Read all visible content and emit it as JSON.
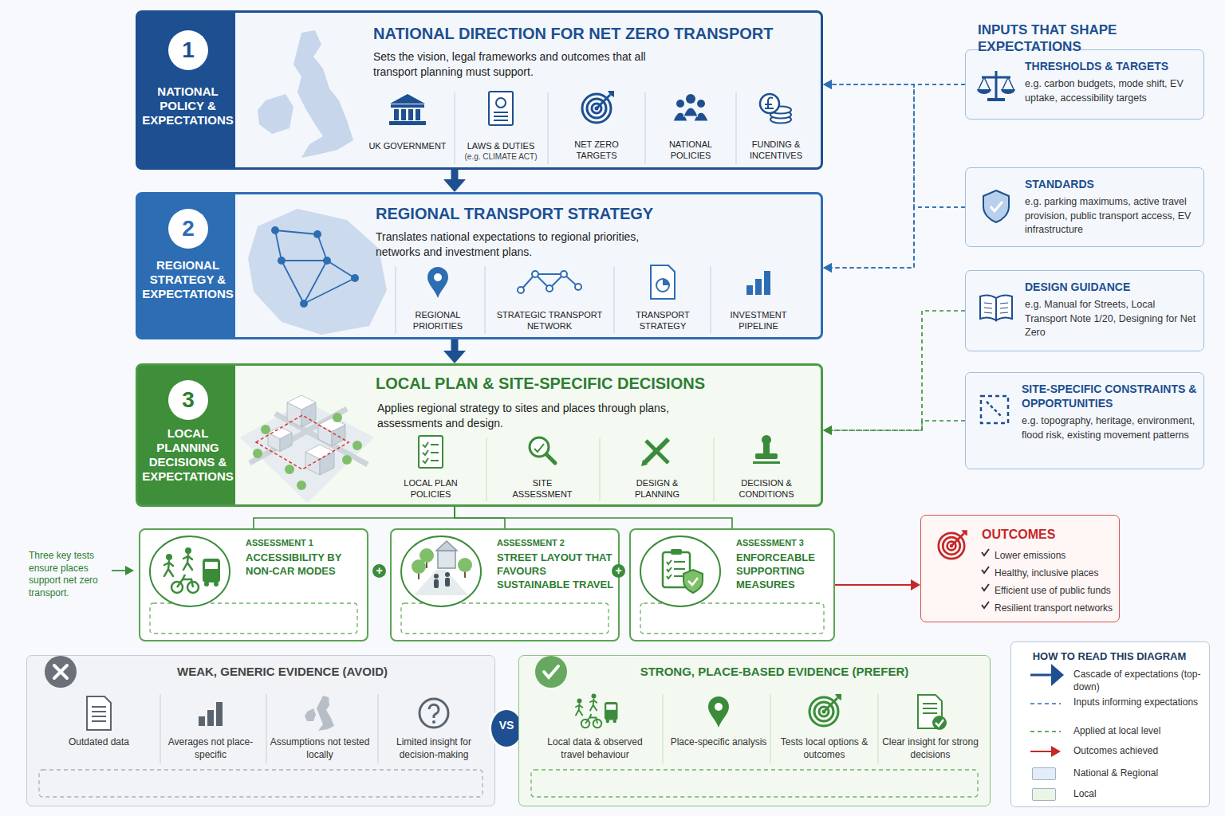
{
  "diagram": {
    "nodes": [
      {
        "text": [
          "NATIONAL POLICY & EXPECTATIONS",
          "NATIONAL DIRECTION FOR NET ZERO TRANSPORT",
          "Sets the vision, legal frameworks and outcomes that all transport planning must support.",
          "UK GOVERNMENT",
          "LAWS & DUTIES",
          "(e.g. CLIMATE ACT)",
          "NET ZERO TARGETS",
          "NATIONAL POLICIES",
          "FUNDING & INCENTIVES"
        ]
      },
      {
        "text": [
          "1"
        ],
        "in": 0
      },
      {
        "text": [
          "REGIONAL STRATEGY & EXPECTATIONS",
          "REGIONAL TRANSPORT STRATEGY",
          "Translates national expectations to regional priorities, networks and investment plans.",
          "REGIONAL PRIORITIES",
          "STRATEGIC TRANSPORT NETWORK",
          "TRANSPORT STRATEGY",
          "INVESTMENT PIPELINE"
        ]
      },
      {
        "text": [
          "2"
        ],
        "in": 2
      },
      {
        "text": [
          "LOCAL PLANNING DECISIONS & EXPECTATIONS",
          "LOCAL PLAN & SITE-SPECIFIC DECISIONS",
          "Applies regional strategy to sites and places through plans, assessments and design.",
          "LOCAL PLAN POLICIES",
          "SITE ASSESSMENT",
          "DESIGN & PLANNING",
          "DECISION & CONDITIONS"
        ]
      },
      {
        "text": [
          "3"
        ],
        "in": 4
      },
      {
        "text": [
          "THRESHOLDS & TARGETS",
          "e.g. carbon budgets, mode shift, EV uptake, accessibility targets"
        ]
      },
      {
        "text": [
          "STANDARDS",
          "e.g. parking maximums, active travel provision, public transport access, EV infrastructure"
        ]
      },
      {
        "text": [
          "DESIGN GUIDANCE",
          "e.g. Manual for Streets, Local Transport Note 1/20, Designing for Net Zero"
        ]
      },
      {
        "text": [
          "SITE-SPECIFIC CONSTRAINTS & OPPORTUNITIES",
          "e.g. topography, heritage, environment, flood risk, existing movement patterns"
        ]
      },
      {
        "text": [
          "ASSESSMENT 1",
          "ACCESSIBILITY BY NON-CAR MODES"
        ]
      },
      {
        "text": [
          "ASSESSMENT 2",
          "STREET LAYOUT THAT FAVOURS SUSTAINABLE TRAVEL"
        ]
      },
      {
        "text": [
          "ASSESSMENT 3",
          "ENFORCEABLE SUPPORTING MEASURES"
        ]
      },
      {
        "text": [
          "OUTCOMES",
          "Lower emissions",
          "Healthy, inclusive places",
          "Efficient use of public funds",
          "Resilient transport networks"
        ]
      },
      {
        "text": [
          "WEAK, GENERIC EVIDENCE (AVOID)",
          "Outdated data",
          "Averages not place-specific",
          "Assumptions not tested locally",
          "Limited insight for decision-making"
        ]
      },
      {
        "text": [
          "VS"
        ]
      },
      {
        "text": [
          "STRONG, PLACE-BASED EVIDENCE (PREFER)",
          "Local data & observed travel behaviour",
          "Place-specific analysis",
          "Tests local options & outcomes",
          "Clear insight for strong decisions"
        ]
      },
      {
        "text": [
          "HOW TO READ THIS DIAGRAM"
        ]
      }
    ],
    "edges": [
      {
        "from": 0,
        "to": 2,
        "arrow": "to"
      },
      {
        "from": 2,
        "to": 4,
        "arrow": "to"
      },
      {
        "from": 6,
        "to": 0,
        "arrow": "to"
      },
      {
        "from": 6,
        "to": 2,
        "arrow": "to"
      },
      {
        "from": 7,
        "to": 0,
        "arrow": "to"
      },
      {
        "from": 7,
        "to": 2,
        "arrow": "to"
      },
      {
        "from": 8,
        "to": 4,
        "arrow": "to"
      },
      {
        "from": 9,
        "to": 4,
        "arrow": "to"
      },
      {
        "from": 4,
        "to": 10,
        "arrow": "none"
      },
      {
        "from": 4,
        "to": 11,
        "arrow": "none"
      },
      {
        "from": 4,
        "to": 12,
        "arrow": "none"
      },
      {
        "from": 12,
        "to": 13,
        "arrow": "to"
      }
    ],
    "labels": [
      "INPUTS THAT SHAPE EXPECTATIONS",
      "Three key tests ensure places support net zero transport.",
      "+",
      "+"
    ],
    "legend": [
      {
        "text": "Cascade of expectations (top-down)"
      },
      {
        "text": "Inputs informing expectations"
      },
      {
        "text": "Applied at local level"
      },
      {
        "text": "Outcomes achieved"
      },
      {
        "text": "National & Regional",
        "color": "#e3ecf7"
      },
      {
        "text": "Local",
        "color": "#eaf5e6"
      }
    ]
  }
}
